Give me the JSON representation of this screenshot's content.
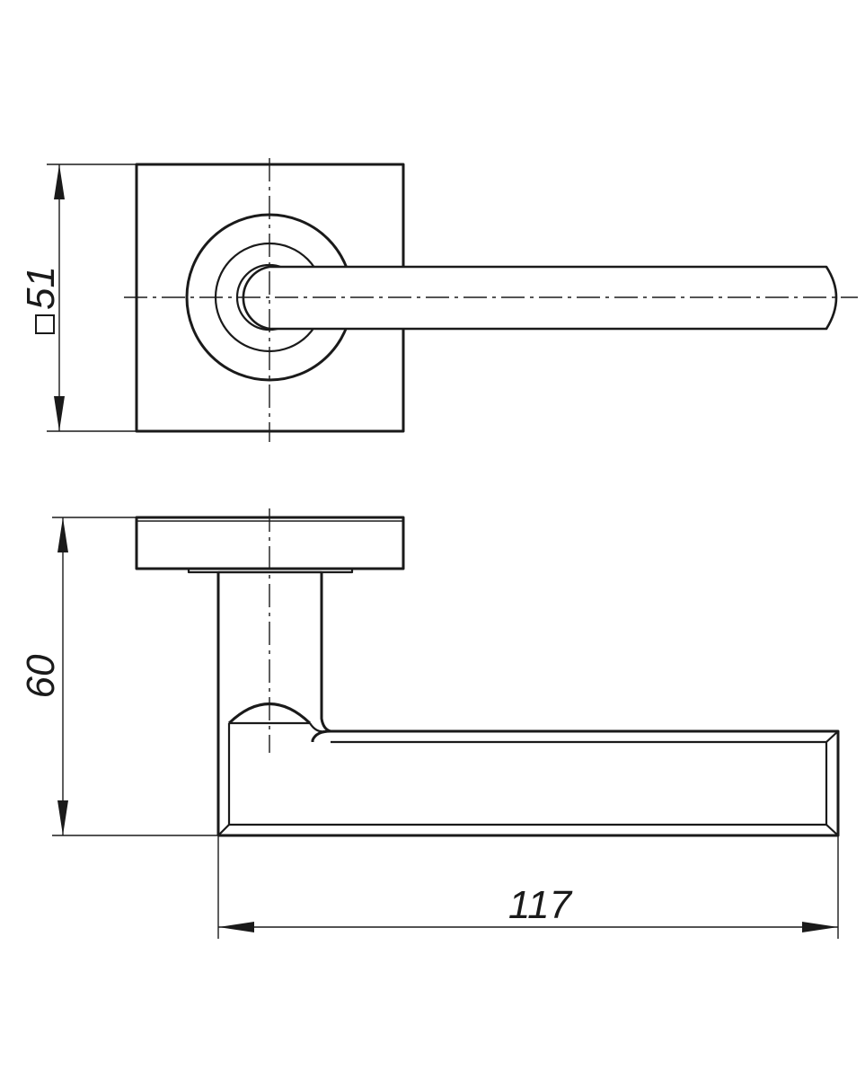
{
  "dimensions": {
    "rose_size": {
      "symbol": "□",
      "value": "51"
    },
    "height": {
      "value": "60"
    },
    "length": {
      "value": "117"
    }
  }
}
